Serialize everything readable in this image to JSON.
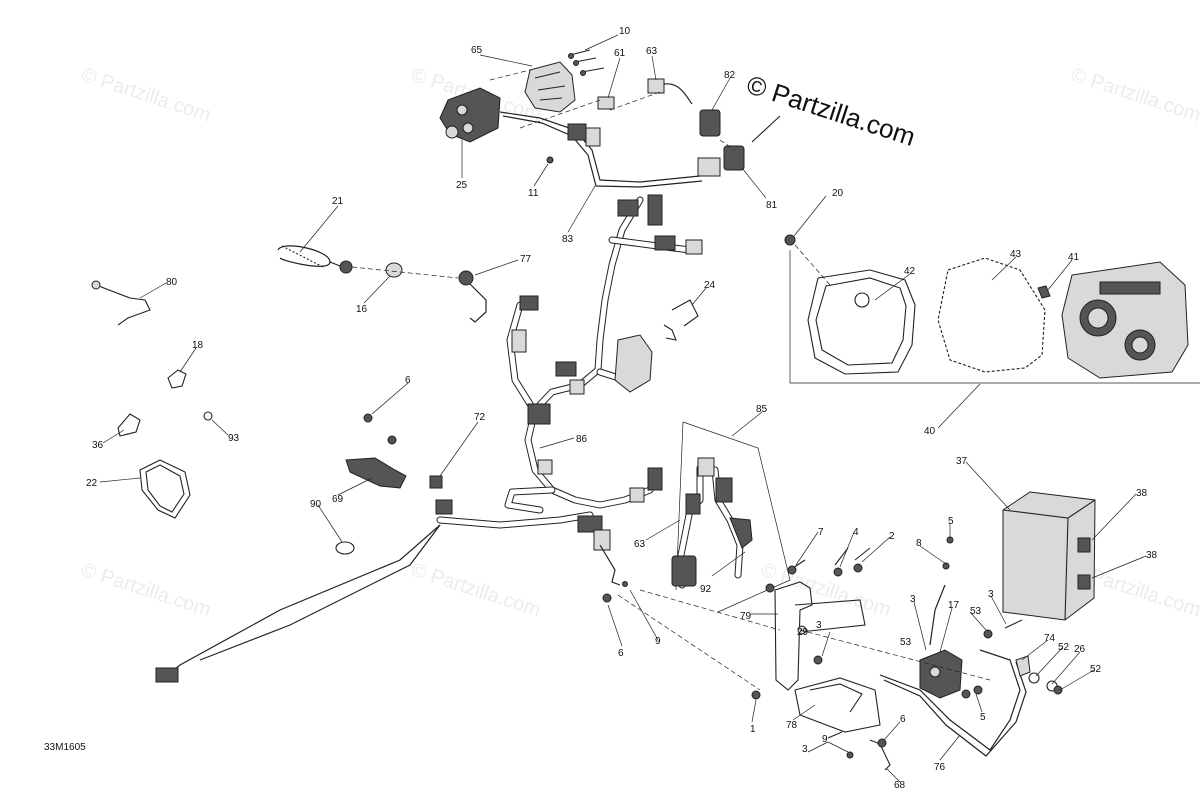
{
  "watermark": {
    "text": "© Partzilla.com",
    "brand_text": "© Partzilla.com"
  },
  "diagram_code": "33M1605",
  "callouts": {
    "c10": "10",
    "c65": "65",
    "c61": "61",
    "c63a": "63",
    "c82": "82",
    "c25": "25",
    "c11": "11",
    "c83": "83",
    "c81": "81",
    "c20": "20",
    "c21": "21",
    "c16": "16",
    "c77": "77",
    "c80": "80",
    "c24": "24",
    "c42": "42",
    "c43": "43",
    "c41": "41",
    "c40": "40",
    "c18": "18",
    "c6a": "6",
    "c36": "36",
    "c93": "93",
    "c72": "72",
    "c22": "22",
    "c69": "69",
    "c90": "90",
    "c86": "86",
    "c85": "85",
    "c63b": "63",
    "c92": "92",
    "c6b": "6",
    "c9a": "9",
    "c7": "7",
    "c4": "4",
    "c2": "2",
    "c79": "79",
    "c29": "29",
    "c3a": "3",
    "c8": "8",
    "c5a": "5",
    "c3b": "3",
    "c17": "17",
    "c37": "37",
    "c38a": "38",
    "c38b": "38",
    "c3c": "3",
    "c53a": "53",
    "c53b": "53",
    "c74": "74",
    "c52a": "52",
    "c26": "26",
    "c52b": "52",
    "c1": "1",
    "c78": "78",
    "c5b": "5",
    "c6c": "6",
    "c9b": "9",
    "c3d": "3",
    "c68": "68",
    "c76": "76"
  },
  "icons": {
    "connector": "connector-icon",
    "screw": "screw-icon",
    "nut": "nut-icon",
    "battery": "battery-icon",
    "gauge": "gauge-cluster-icon"
  }
}
